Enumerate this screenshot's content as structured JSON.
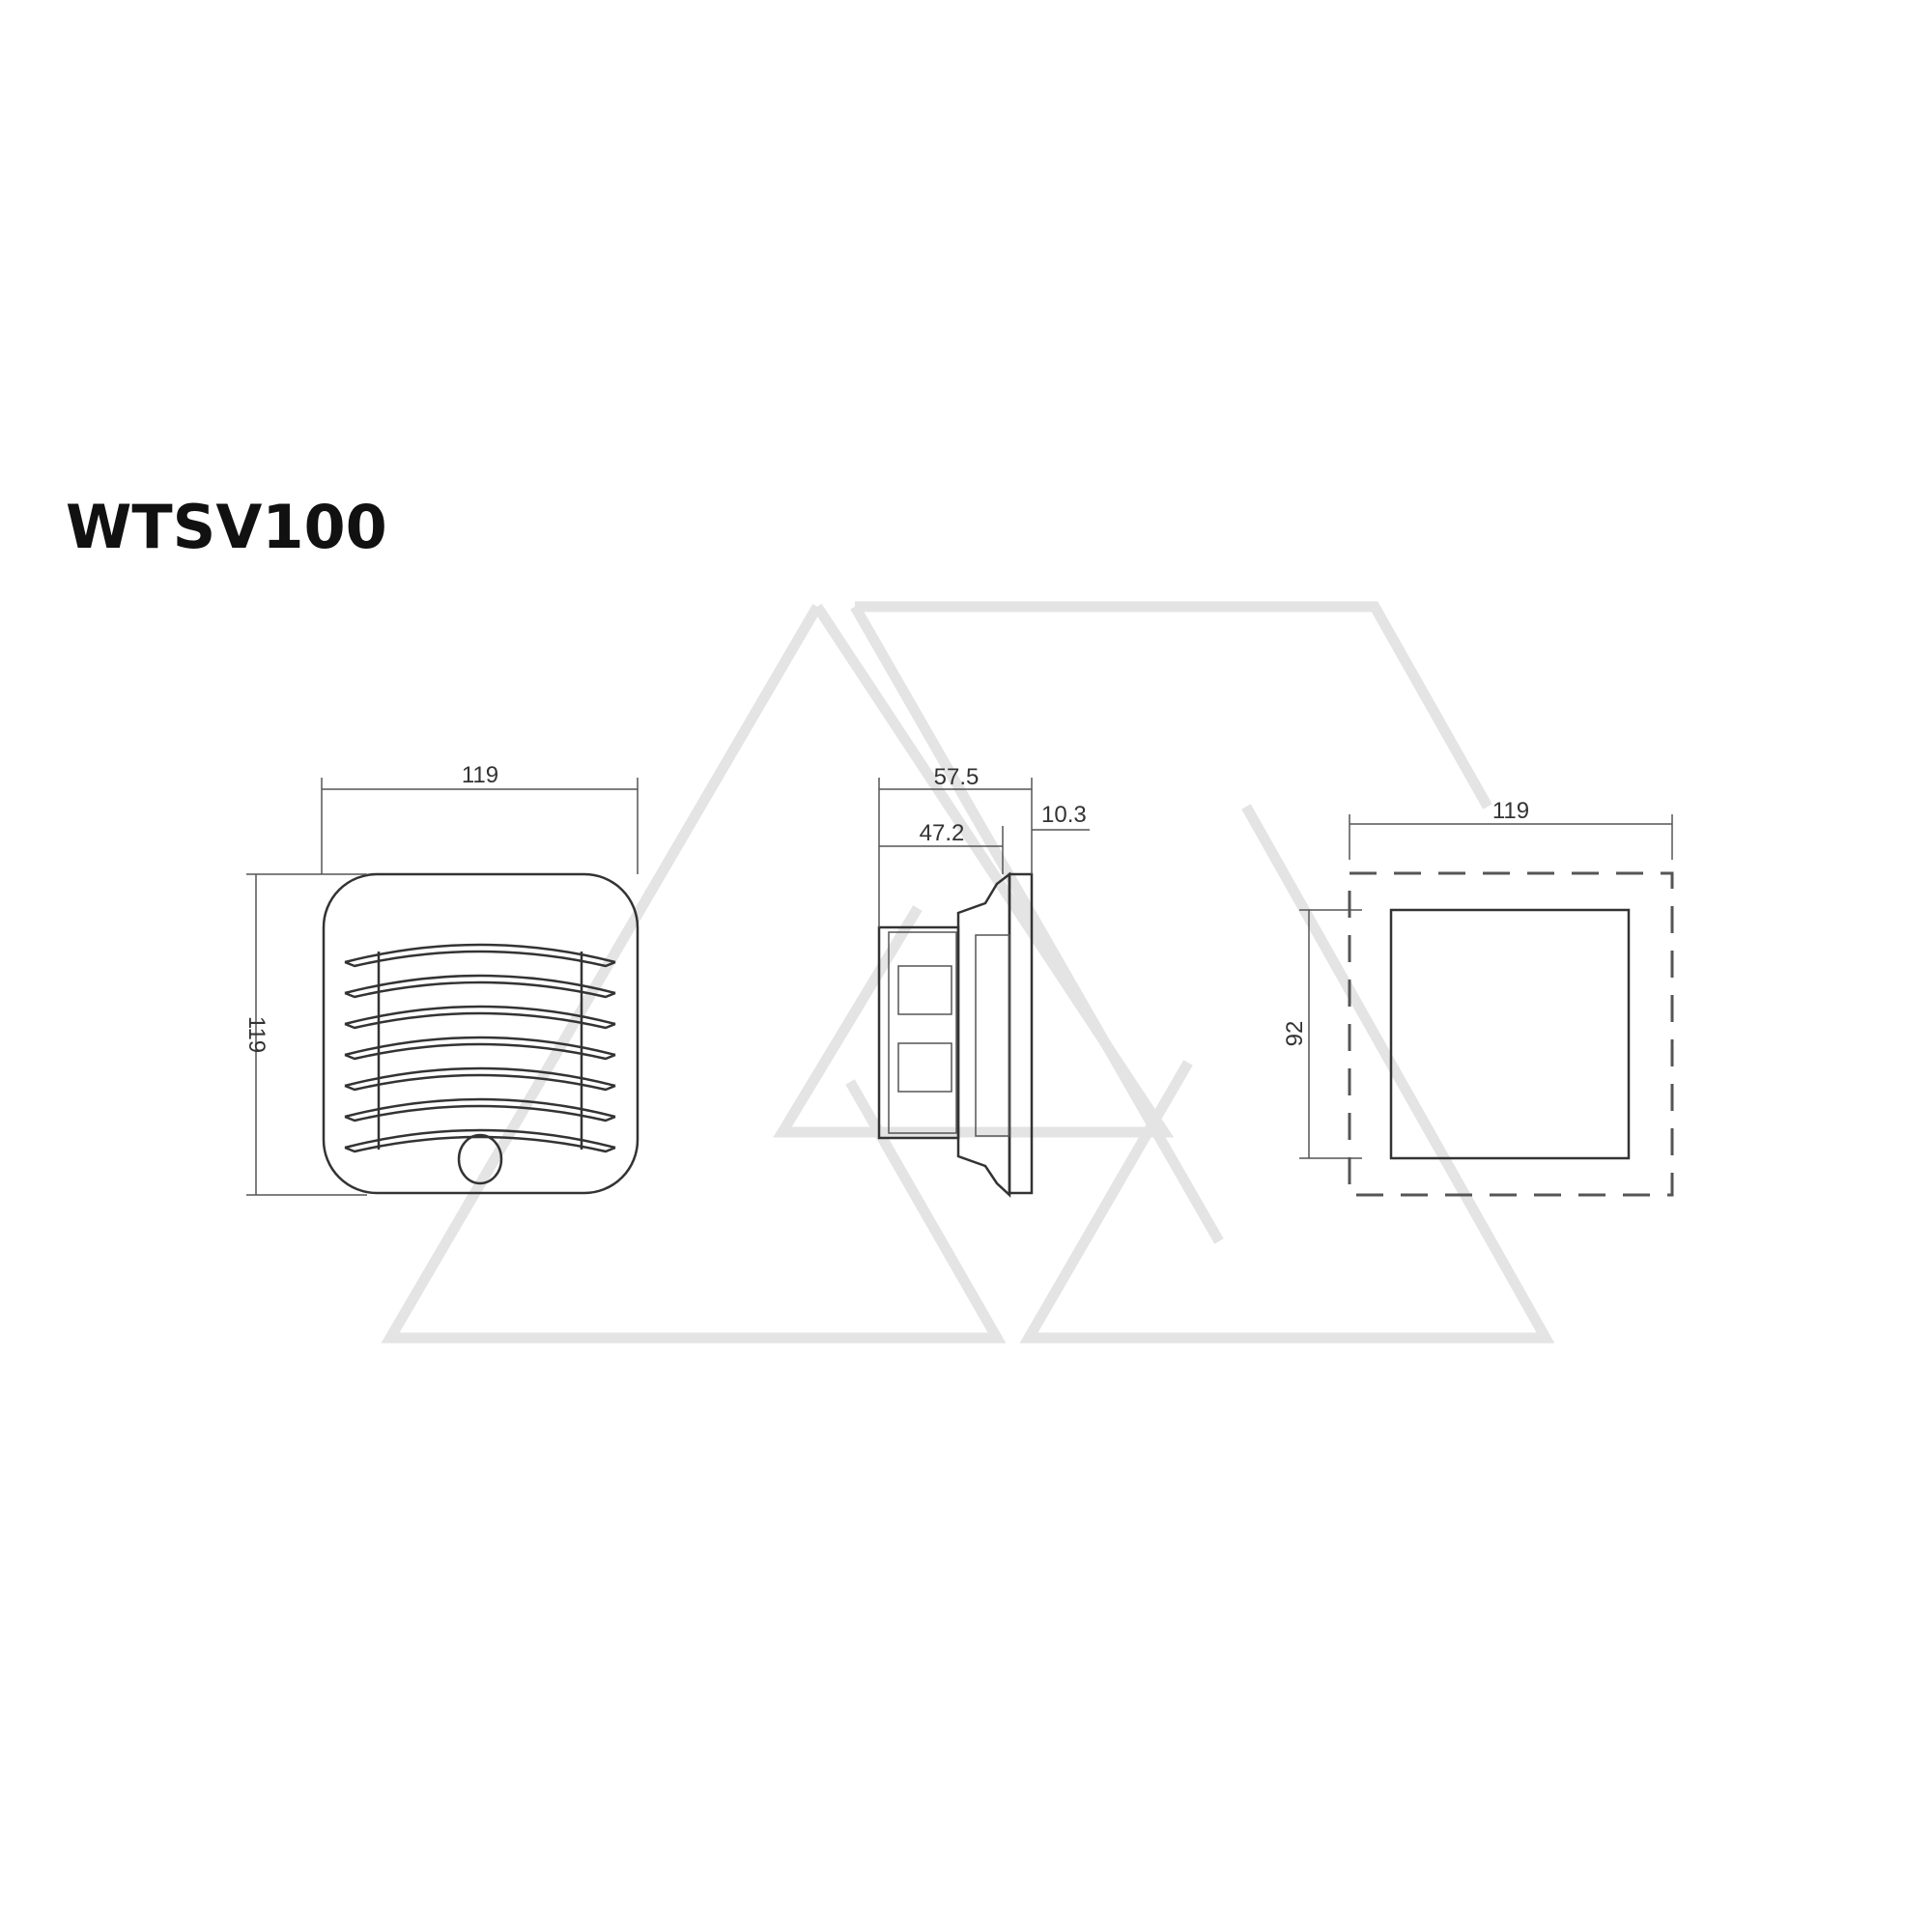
{
  "title": "WTSV100",
  "front_view": {
    "width_label": "119",
    "height_label": "119"
  },
  "side_view": {
    "overall_depth_label": "57.5",
    "body_depth_label": "47.2",
    "flange_label": "10.3"
  },
  "cutout_view": {
    "width_label": "119",
    "height_label": "92"
  }
}
